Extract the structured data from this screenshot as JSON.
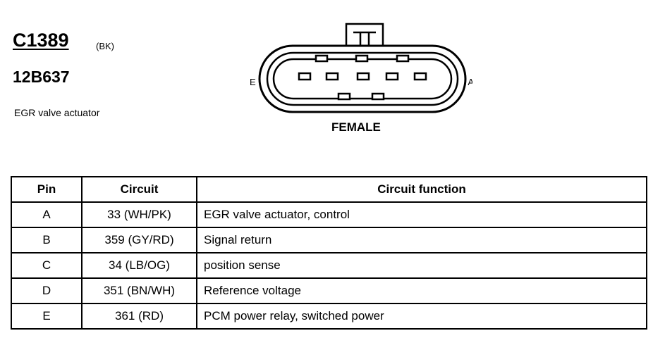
{
  "connector": {
    "id": "C1389",
    "color": "(BK)",
    "part_number": "12B637",
    "component": "EGR valve actuator",
    "gender": "FEMALE",
    "left_end_label": "E",
    "right_end_label": "A"
  },
  "table": {
    "headers": [
      "Pin",
      "Circuit",
      "Circuit function"
    ],
    "rows": [
      {
        "pin": "A",
        "circuit": "33 (WH/PK)",
        "function": "EGR valve actuator, control"
      },
      {
        "pin": "B",
        "circuit": "359 (GY/RD)",
        "function": "Signal return"
      },
      {
        "pin": "C",
        "circuit": "34 (LB/OG)",
        "function": "position sense"
      },
      {
        "pin": "D",
        "circuit": "351 (BN/WH)",
        "function": "Reference voltage"
      },
      {
        "pin": "E",
        "circuit": "361 (RD)",
        "function": "PCM power relay, switched power"
      }
    ]
  }
}
